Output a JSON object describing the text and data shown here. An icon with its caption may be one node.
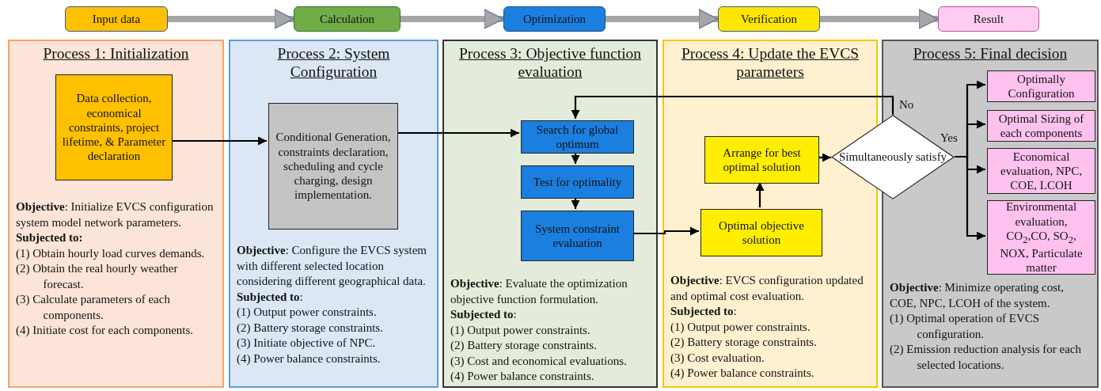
{
  "diagram": {
    "nodes": [
      {
        "text": [
          "Input data"
        ]
      },
      {
        "text": [
          "Calculation"
        ]
      },
      {
        "text": [
          "Optimization"
        ]
      },
      {
        "text": [
          "Verification"
        ]
      },
      {
        "text": [
          "Result"
        ]
      },
      {
        "text": [
          "Process 1: Initialization",
          "**Objective**: Initialize EVCS configuration system model network parameters.",
          "**Subjected to:**",
          "(1) Obtain hourly load curves demands.",
          "(2) Obtain the real hourly weather forecast.",
          "(3) Calculate parameters of each components.",
          "(4) Initiate cost for each components."
        ]
      },
      {
        "text": [
          "Data collection, economical constraints, project lifetime, & Parameter declaration"
        ],
        "in": 5
      },
      {
        "text": [
          "Process 2: System Configuration",
          "**Objective**: Configure the EVCS system with different selected location considering different geographical data.",
          "**Subjected to**:",
          "(1) Output power constraints.",
          "(2) Battery storage constraints.",
          "(3) Initiate objective of NPC.",
          "(4) Power balance constraints."
        ]
      },
      {
        "text": [
          "Conditional Generation, constraints declaration, scheduling and cycle charging, design implementation."
        ],
        "in": 7
      },
      {
        "text": [
          "Process 3: Objective function evaluation",
          "**Objective**: Evaluate the optimization objective function formulation.",
          "**Subjected to**:",
          "(1) Output power constraints.",
          "(2) Battery storage constraints.",
          "(3) Cost and economical evaluations.",
          "(4) Power balance constraints."
        ]
      },
      {
        "text": [
          "Search for global optimum"
        ],
        "in": 9
      },
      {
        "text": [
          "Test for optimality"
        ],
        "in": 9
      },
      {
        "text": [
          "System constraint evaluation"
        ],
        "in": 9
      },
      {
        "text": [
          "Process 4: Update the EVCS parameters",
          "**Objective**: EVCS configuration updated and optimal cost evaluation.",
          "**Subjected to**:",
          "(1) Output power constraints.",
          "(2) Battery storage constraints.",
          "(3) Cost evaluation.",
          "(4) Power balance constraints."
        ]
      },
      {
        "text": [
          "Arrange for best optimal solution"
        ],
        "in": 13
      },
      {
        "text": [
          "Optimal objective solution"
        ],
        "in": 13
      },
      {
        "text": [
          "Simultaneously satisfy"
        ]
      },
      {
        "text": [
          "Process 5: Final decision",
          "**Objective**: Minimize operating cost, COE, NPC, LCOH of the system.",
          "(1) Optimal operation of EVCS configuration.",
          "(2) Emission reduction analysis for each selected locations."
        ]
      },
      {
        "text": [
          "Optimally Configuration"
        ],
        "in": 17
      },
      {
        "text": [
          "Optimal Sizing of each components"
        ],
        "in": 17
      },
      {
        "text": [
          "Economical evaluation, NPC, COE, LCOH"
        ],
        "in": 17
      },
      {
        "text": [
          "Environmental evaluation, CO$_{2}$,CO, SO$_{2}$, NOX, Particulate matter"
        ],
        "in": 17
      }
    ],
    "edges": [
      {
        "from": 0,
        "to": 1,
        "arrow": "to",
        "style": "thick",
        "color": "#a6a6a6"
      },
      {
        "from": 1,
        "to": 2,
        "arrow": "to",
        "style": "thick",
        "color": "#a6a6a6"
      },
      {
        "from": 2,
        "to": 3,
        "arrow": "to",
        "style": "thick",
        "color": "#a6a6a6"
      },
      {
        "from": 3,
        "to": 4,
        "arrow": "to",
        "style": "thick",
        "color": "#a6a6a6"
      },
      {
        "from": 6,
        "to": 8,
        "arrow": "to"
      },
      {
        "from": 8,
        "to": 10,
        "arrow": "to"
      },
      {
        "from": 10,
        "to": 11,
        "arrow": "to"
      },
      {
        "from": 11,
        "to": 12,
        "arrow": "to"
      },
      {
        "from": 12,
        "to": 15,
        "arrow": "to"
      },
      {
        "from": 15,
        "to": 14,
        "arrow": "to"
      },
      {
        "from": 14,
        "to": 16,
        "arrow": "to"
      },
      {
        "from": 16,
        "to": 10,
        "arrow": "to",
        "label": "No"
      },
      {
        "from": 16,
        "to": 18,
        "arrow": "to",
        "label": "Yes"
      },
      {
        "from": 16,
        "to": 19,
        "arrow": "to"
      },
      {
        "from": 16,
        "to": 20,
        "arrow": "to"
      },
      {
        "from": 16,
        "to": 21,
        "arrow": "to"
      }
    ]
  }
}
